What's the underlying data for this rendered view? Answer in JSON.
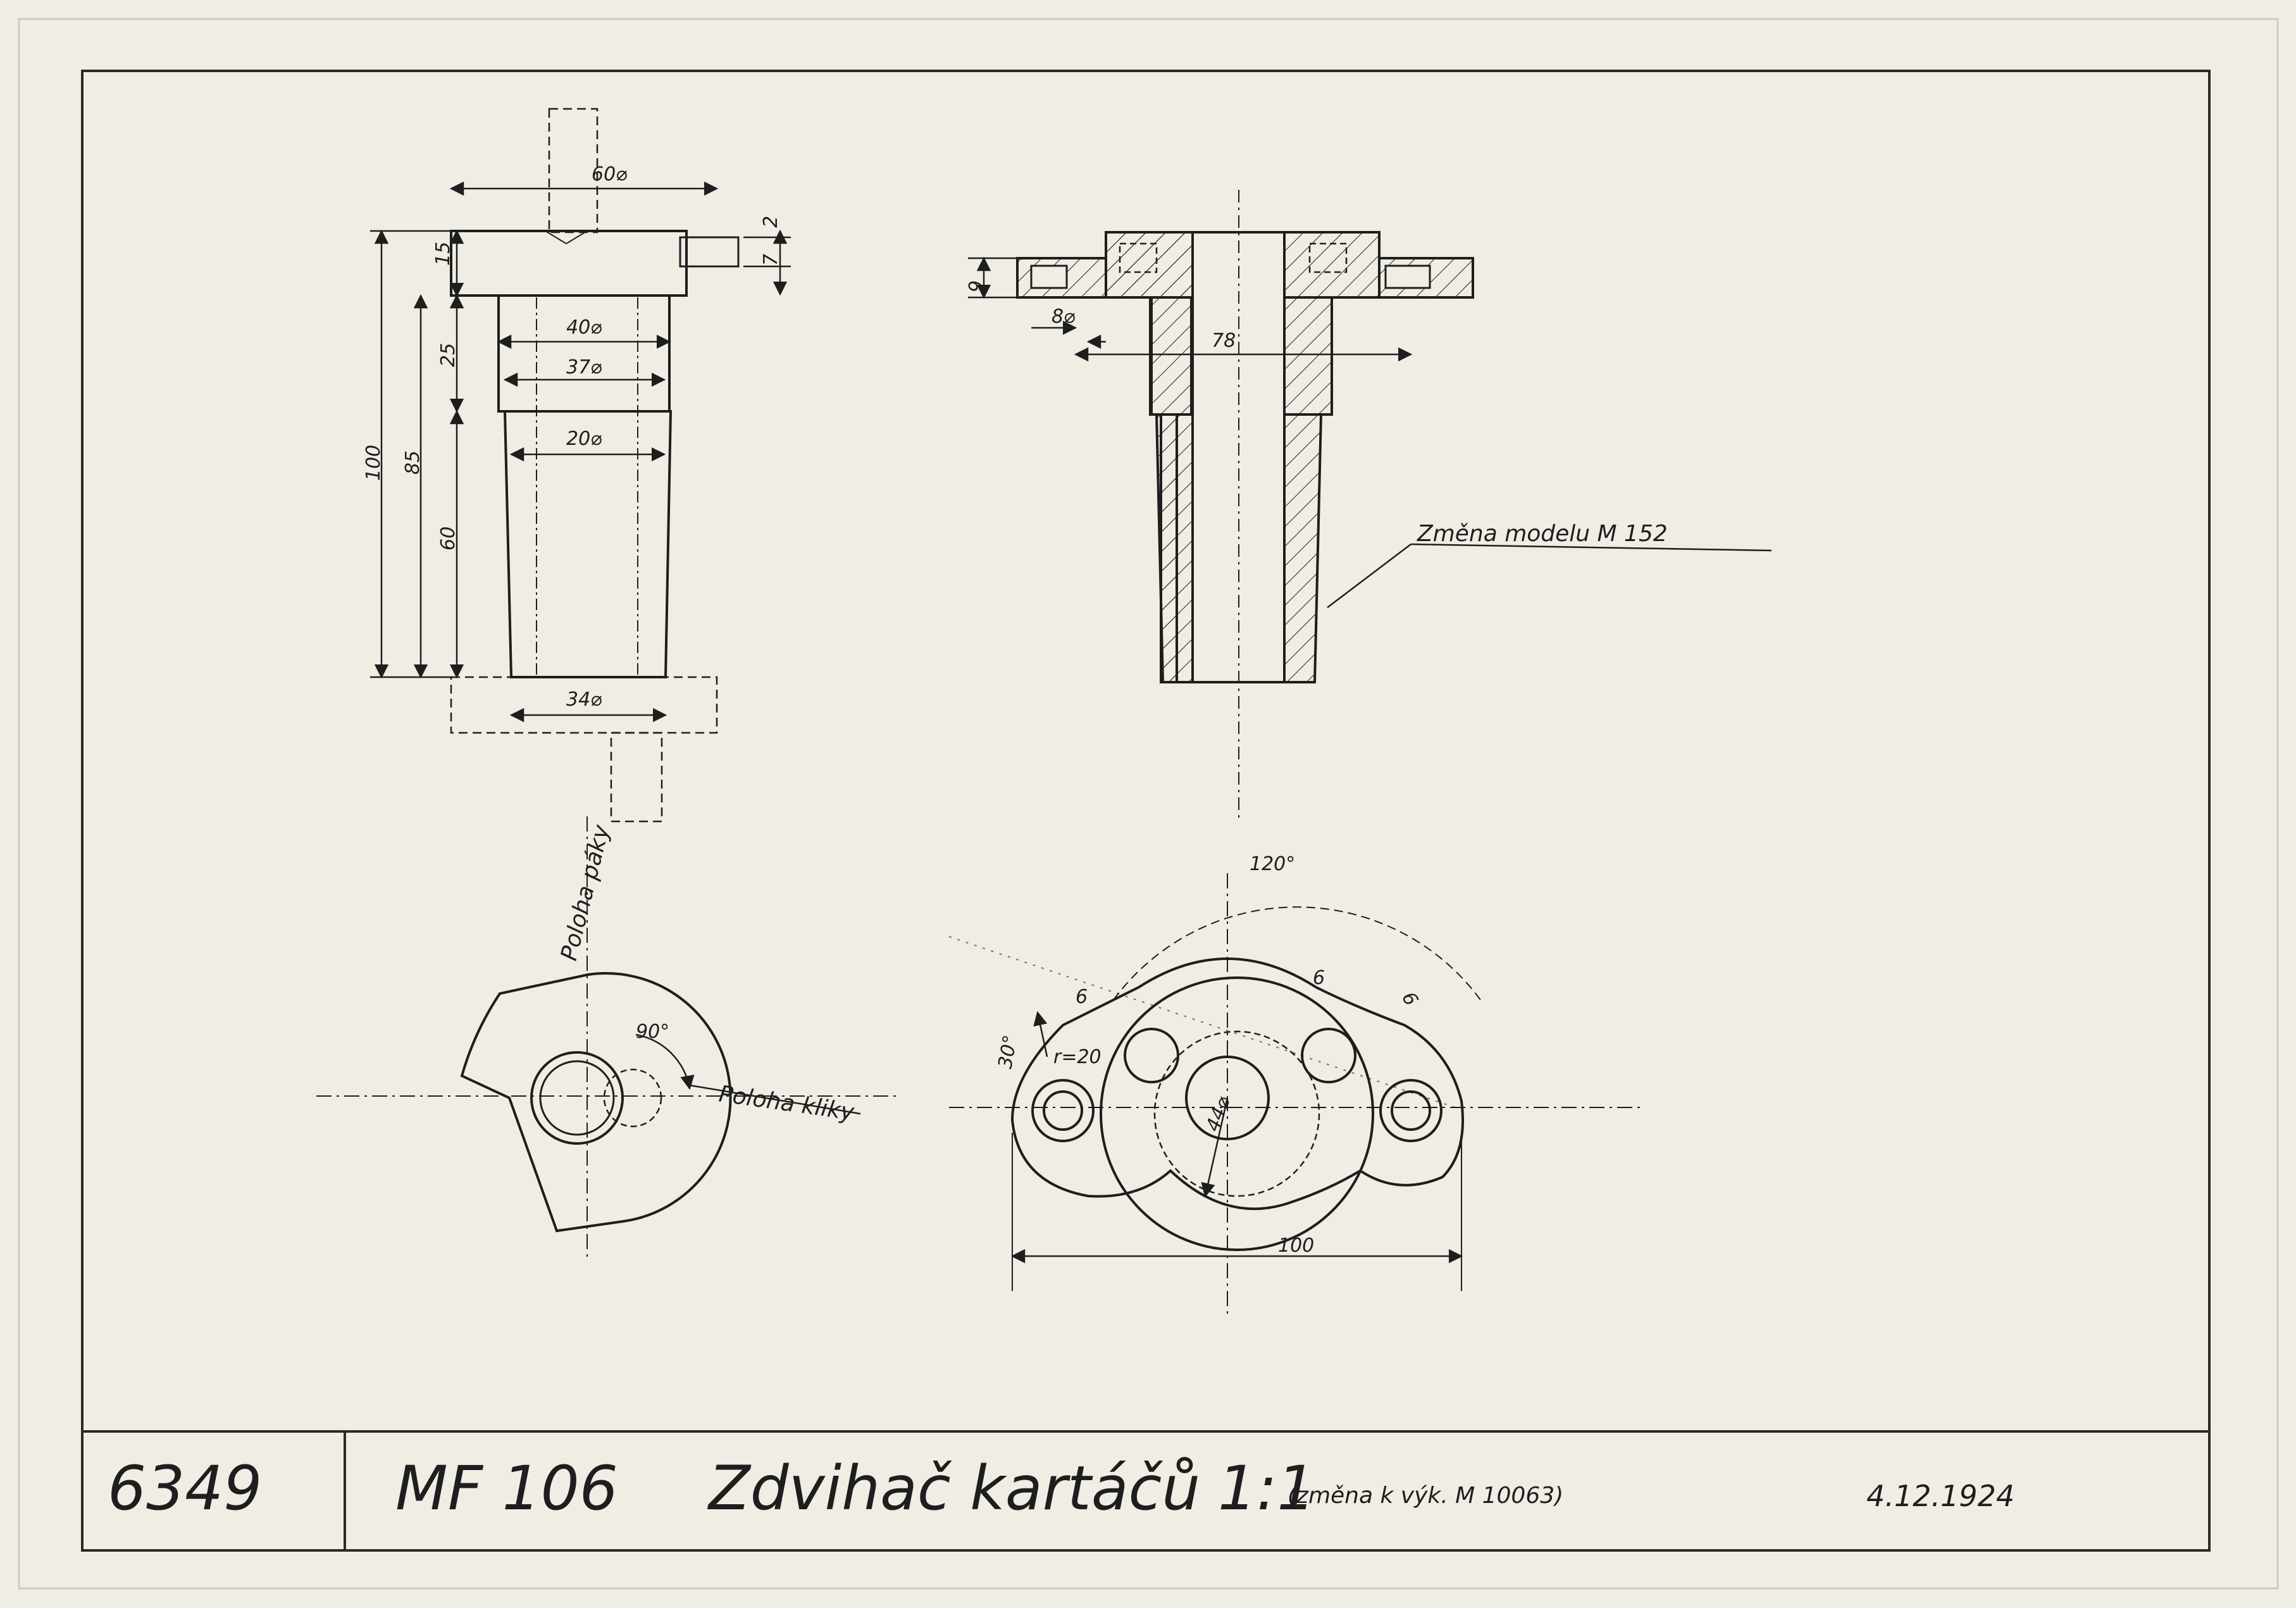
{
  "drawing": {
    "paper_color": "#f0ede4",
    "ink_color": "#1e1e1e"
  },
  "title_block": {
    "number": "6349",
    "code": "MF 106",
    "title": "Zdvihač kartáčů",
    "scale": "1:1",
    "change_note": "(změna k výk. M 10063)",
    "date": "4.12.1924"
  },
  "side_view": {
    "dims": {
      "d60": "60⌀",
      "d40": "40⌀",
      "d37": "37⌀",
      "d20": "20⌀",
      "d34": "34⌀",
      "h15": "15",
      "h25": "25",
      "h60": "60",
      "h85": "85",
      "h100": "100",
      "t2": "2",
      "t7": "7"
    }
  },
  "section_view": {
    "dims": {
      "h9": "9",
      "d8": "8⌀",
      "r78": "78"
    },
    "change_note": "Změna modelu M 152"
  },
  "lever_view": {
    "lever_position": "Poloha páky",
    "crank_position": "Poloha kliky",
    "angle": "90°"
  },
  "flange_view": {
    "angle_120": "120°",
    "angle_30": "30°",
    "w6_left": "6",
    "w6_mid": "6",
    "w6_right": "6",
    "radius": "r=20",
    "bore": "44⌀",
    "length": "100"
  }
}
